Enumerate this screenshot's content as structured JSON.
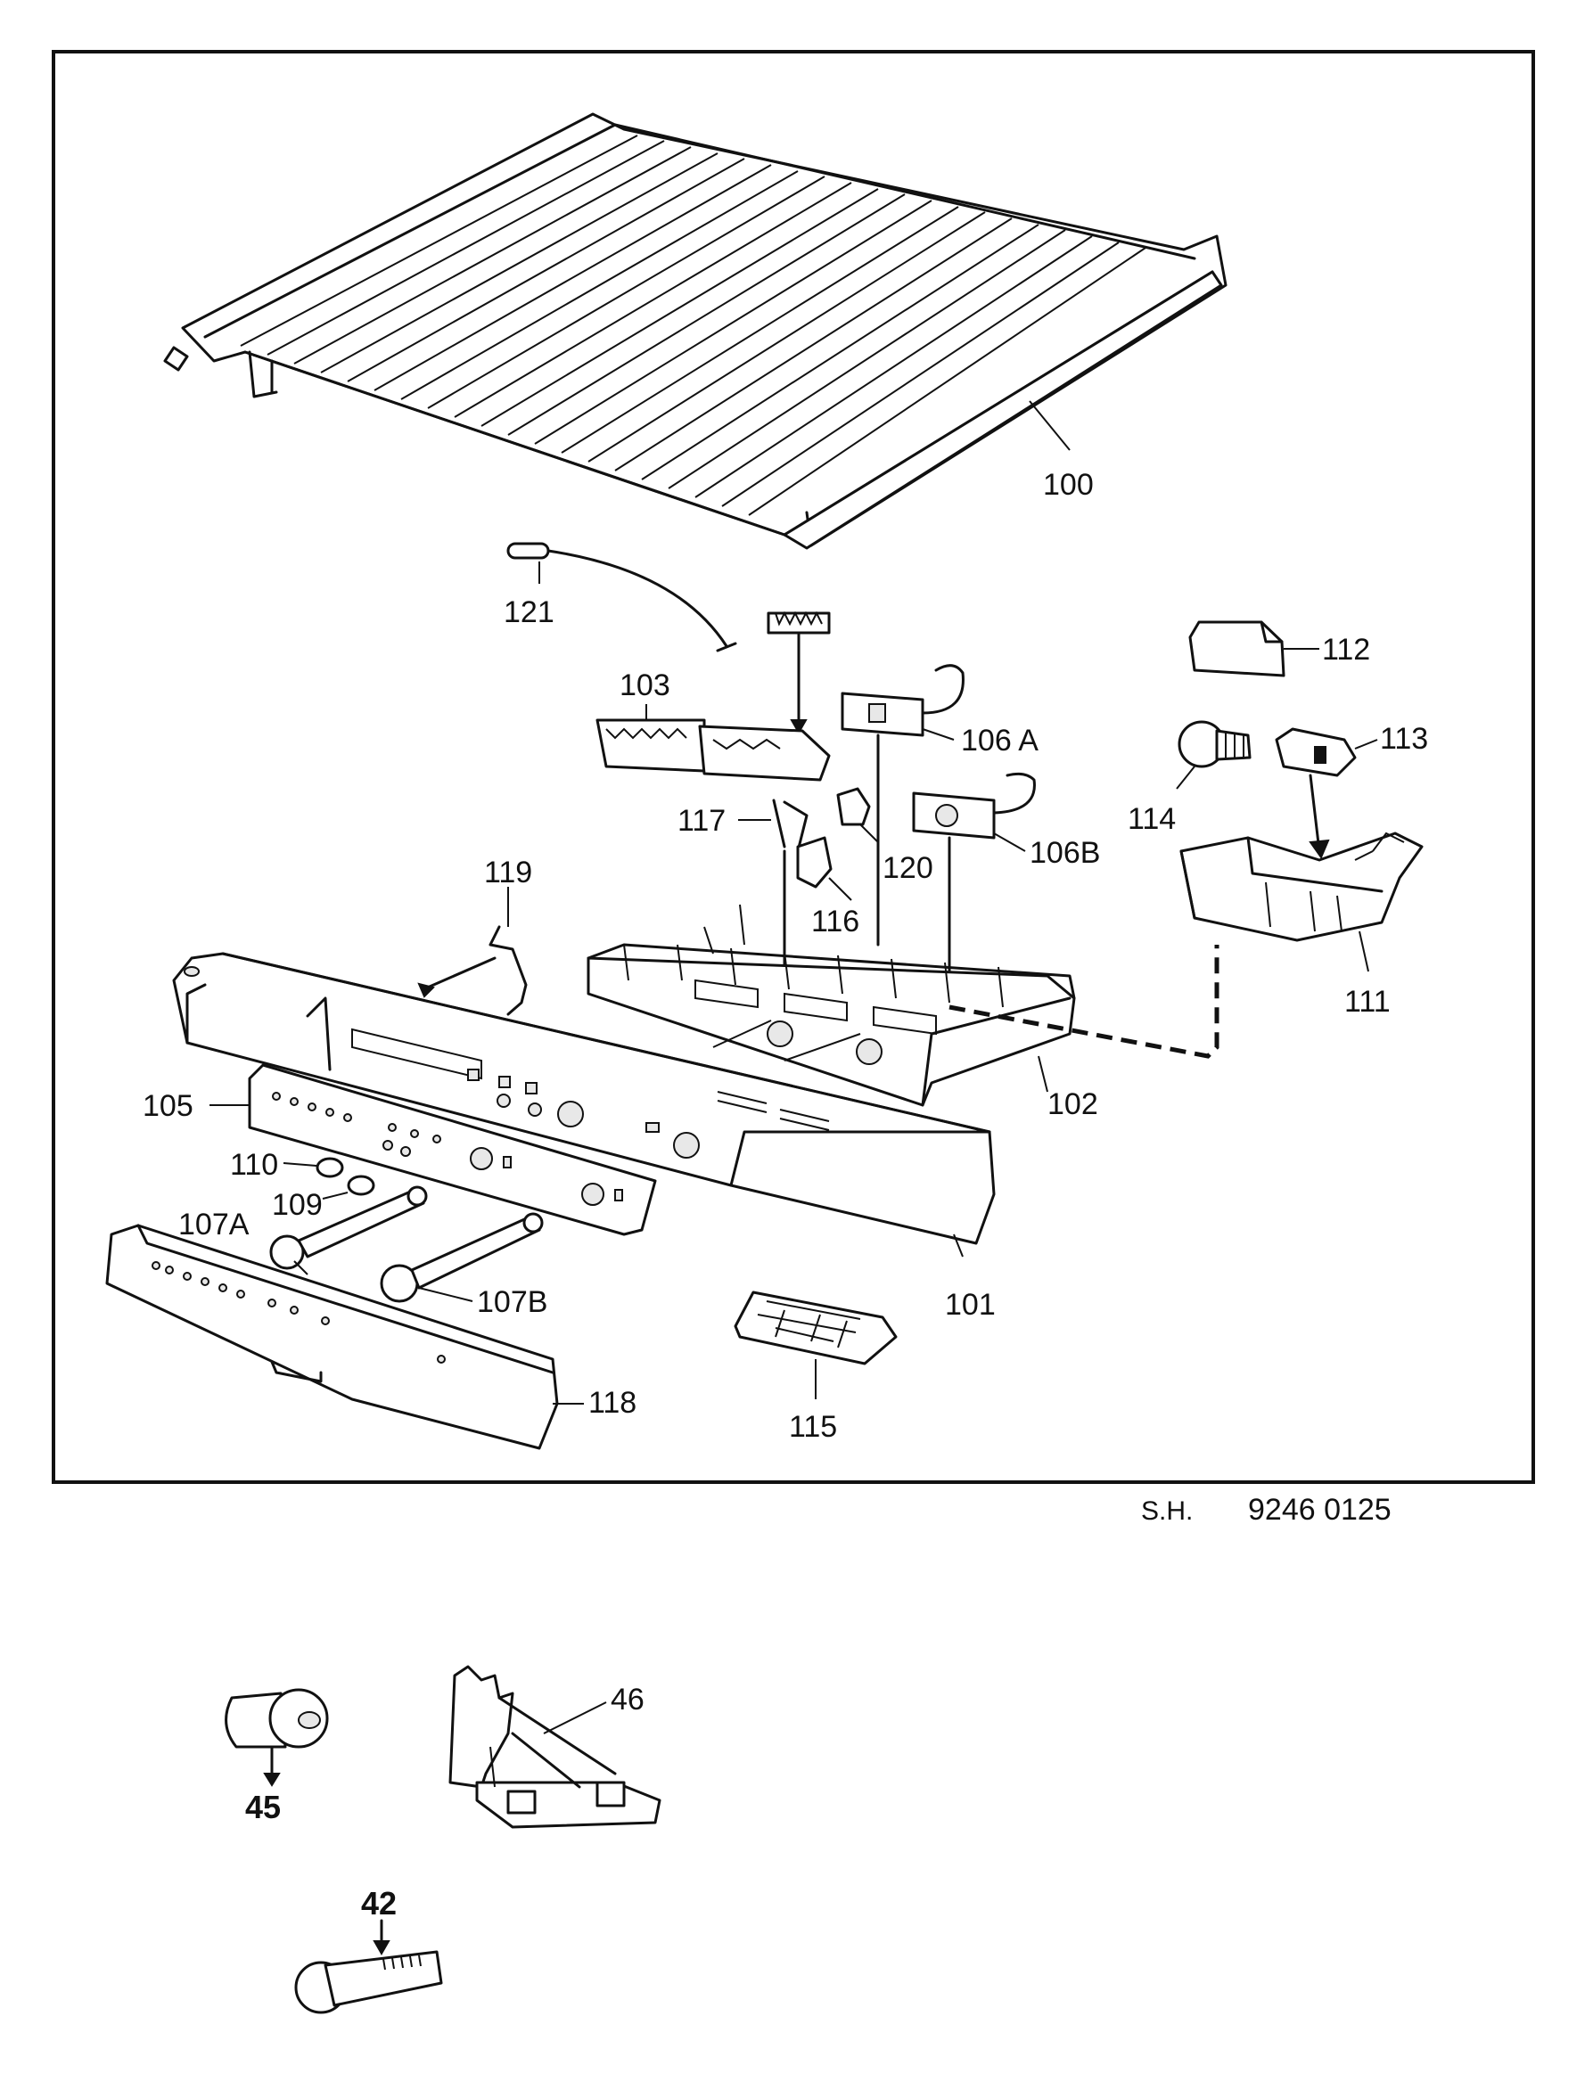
{
  "diagram": {
    "reference_label": "S.H.",
    "reference_number": "9246 0125",
    "colors": {
      "ink": "#111111",
      "paper": "#ffffff"
    },
    "part_labels": {
      "p100": "100",
      "p101": "101",
      "p102": "102",
      "p103": "103",
      "p105": "105",
      "p106a": "106 A",
      "p106b": "106B",
      "p107a": "107A",
      "p107b": "107B",
      "p109": "109",
      "p110": "110",
      "p111": "111",
      "p112": "112",
      "p113": "113",
      "p114": "114",
      "p115": "115",
      "p116": "116",
      "p117": "117",
      "p118": "118",
      "p119": "119",
      "p120": "120",
      "p121": "121"
    },
    "extra_parts": {
      "p45": "45",
      "p46": "46",
      "p42": "42"
    }
  }
}
